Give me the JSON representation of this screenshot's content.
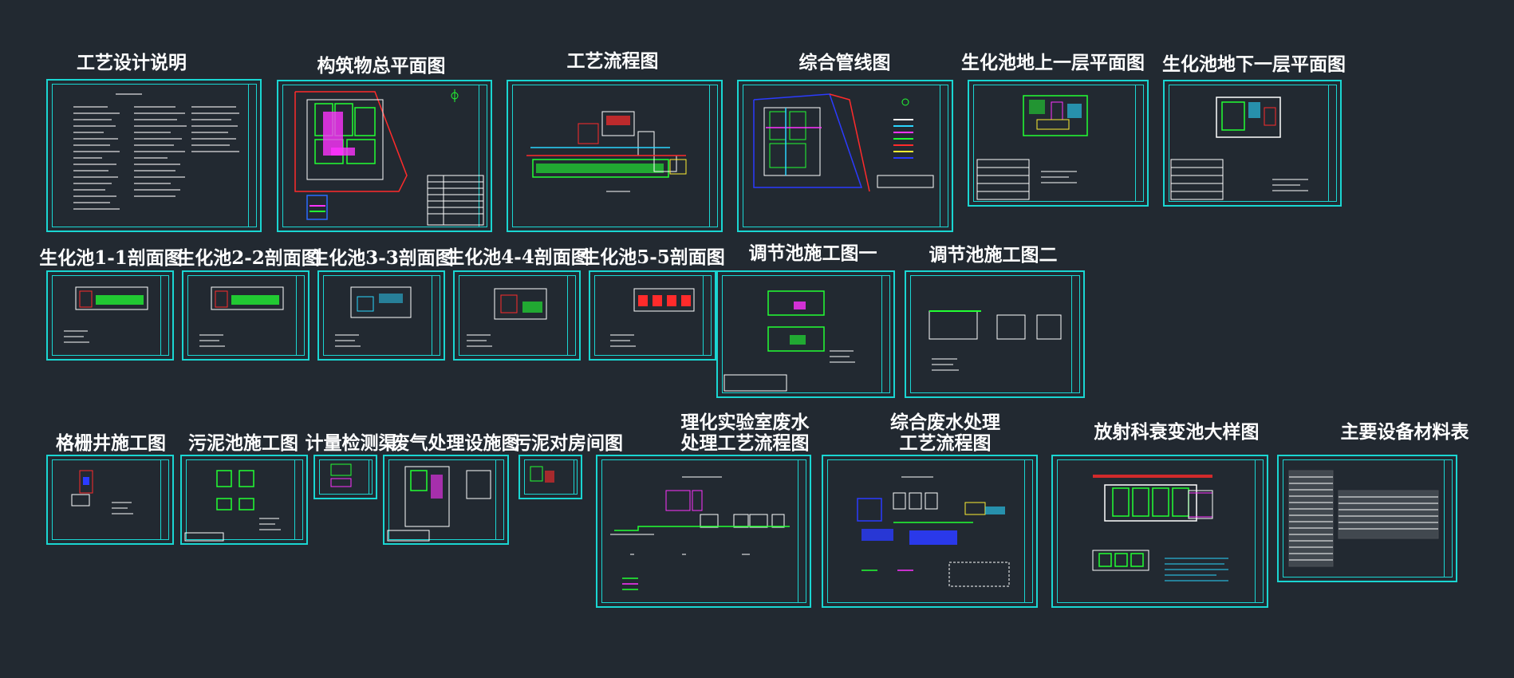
{
  "app": {
    "background": "#222931",
    "frame_color": "#1ad6d2"
  },
  "sheets": [
    {
      "id": "s1",
      "title": "工艺设计说明"
    },
    {
      "id": "s2",
      "title": "构筑物总平面图"
    },
    {
      "id": "s3",
      "title": "工艺流程图"
    },
    {
      "id": "s4",
      "title": "综合管线图"
    },
    {
      "id": "s5",
      "title": "生化池地上一层平面图"
    },
    {
      "id": "s6",
      "title": "生化池地下一层平面图"
    },
    {
      "id": "s7",
      "title": "生化池1-1剖面图"
    },
    {
      "id": "s8",
      "title": "生化池2-2剖面图"
    },
    {
      "id": "s9",
      "title": "生化池3-3剖面图"
    },
    {
      "id": "s10",
      "title": "生化池4-4剖面图"
    },
    {
      "id": "s11",
      "title": "生化池5-5剖面图"
    },
    {
      "id": "s12",
      "title": "调节池施工图一"
    },
    {
      "id": "s13",
      "title": "调节池施工图二"
    },
    {
      "id": "s14",
      "title": "格栅井施工图"
    },
    {
      "id": "s15",
      "title": "污泥池施工图"
    },
    {
      "id": "s16",
      "title": "计量检测渠"
    },
    {
      "id": "s17",
      "title": "废气处理设施图"
    },
    {
      "id": "s18",
      "title": "污泥对房间图"
    },
    {
      "id": "s19",
      "title_line1": "理化实验室废水",
      "title_line2": "处理工艺流程图"
    },
    {
      "id": "s20",
      "title_line1": "综合废水处理",
      "title_line2": "工艺流程图"
    },
    {
      "id": "s21",
      "title": "放射科衰变池大样图"
    },
    {
      "id": "s22",
      "title": "主要设备材料表"
    }
  ]
}
